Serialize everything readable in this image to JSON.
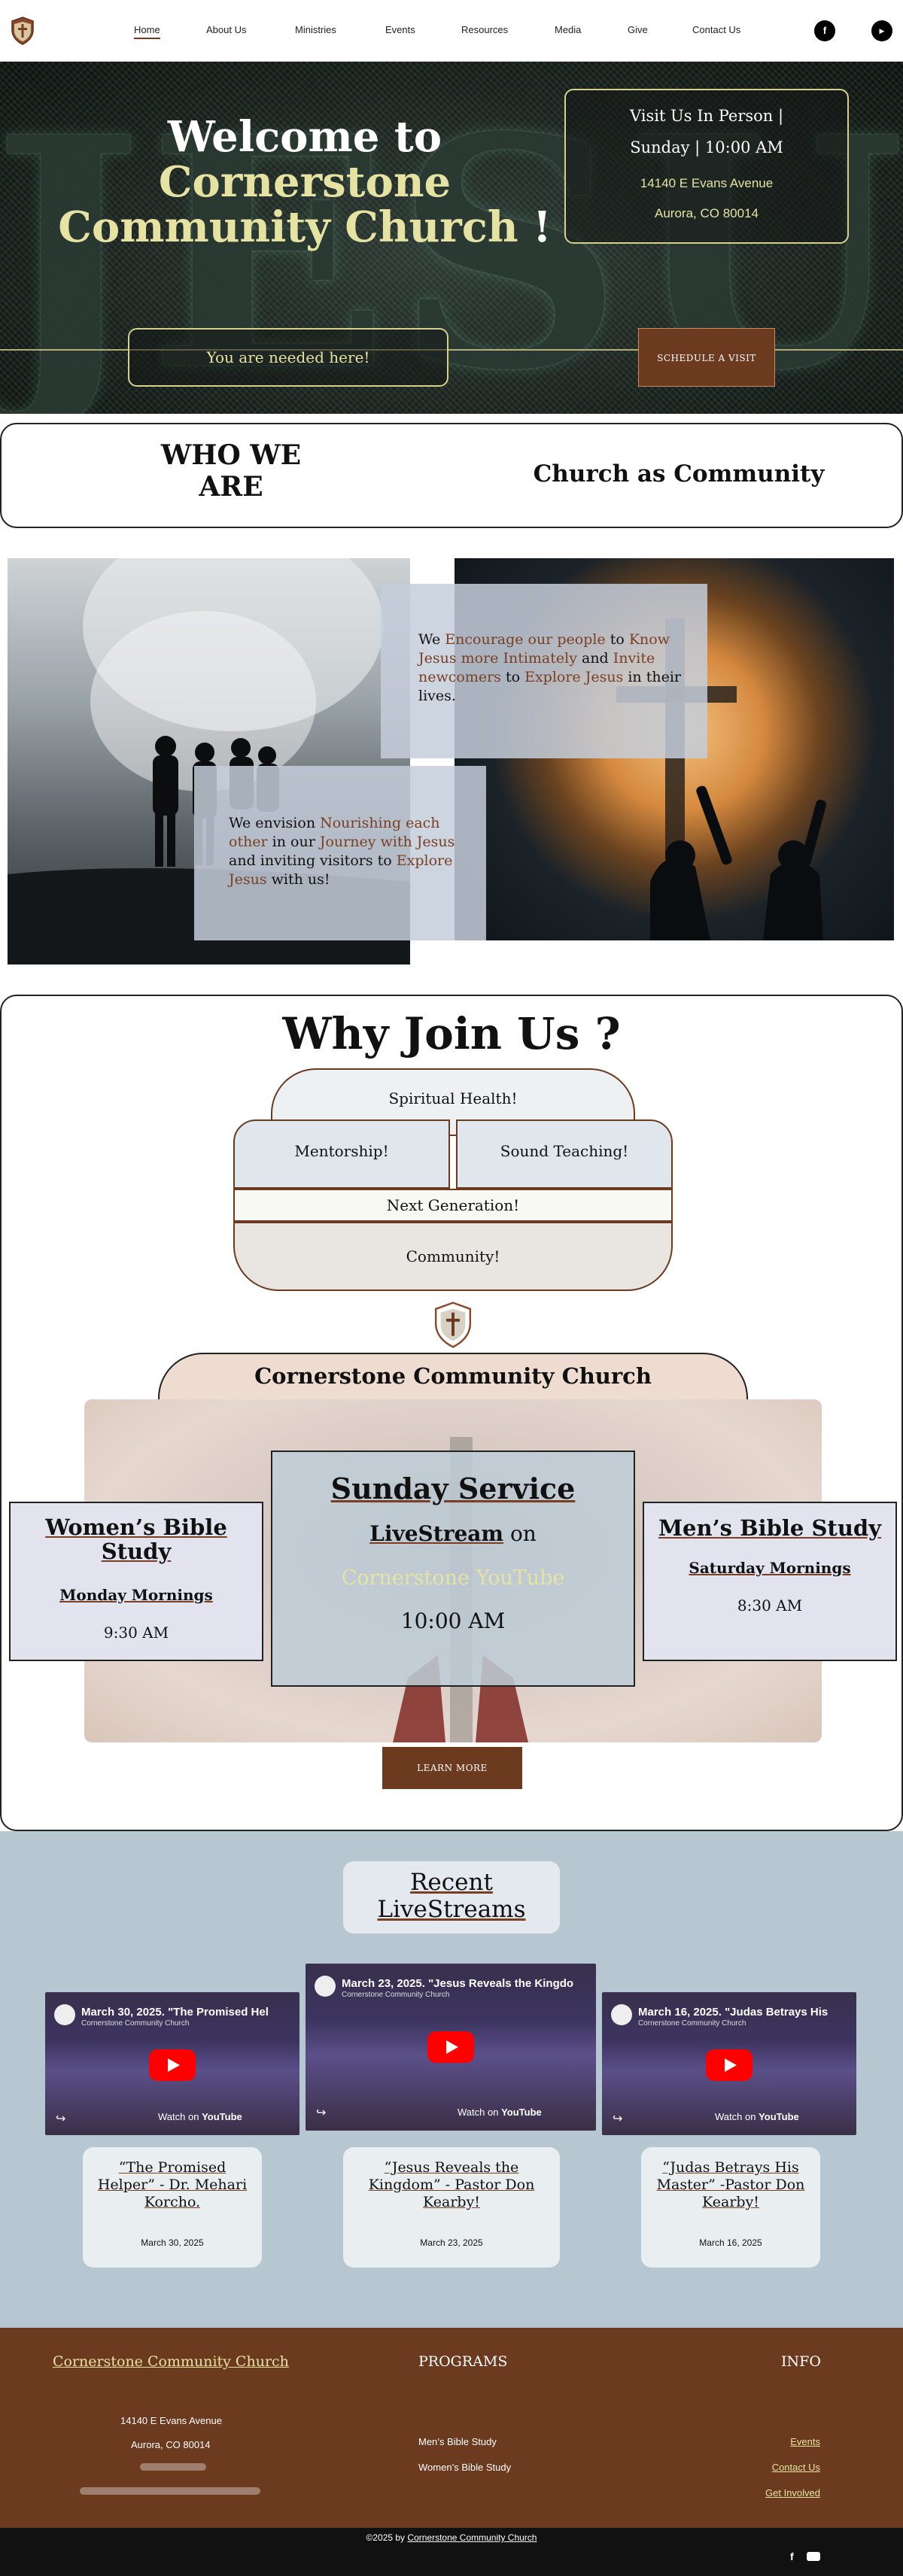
{
  "nav": {
    "items": [
      "Home",
      "About Us",
      "Ministries",
      "Events",
      "Resources",
      "Media",
      "Give",
      "Contact Us"
    ],
    "active": "Home",
    "social": [
      {
        "icon": "facebook-icon",
        "glyph": "f"
      },
      {
        "icon": "youtube-icon",
        "glyph": "▶"
      }
    ]
  },
  "hero": {
    "title_welcome": "Welcome to",
    "title_name_1": "Cornerstone",
    "title_name_2": "Community Church",
    "title_bang": "!",
    "visit_title": "Visit Us In Person |",
    "visit_time": "Sunday | 10:00 AM",
    "visit_street": "14140 E Evans Avenue",
    "visit_city": "Aurora, CO 80014",
    "needed_label": "You are needed here!",
    "schedule_label": "SCHEDULE A VISIT",
    "background_word": "JESUS"
  },
  "who": {
    "title_1": "WHO WE",
    "title_2": "ARE",
    "subtitle": "Church as Community"
  },
  "mission": {
    "card1": {
      "p1": "We ",
      "h1": "Encourage our people",
      "p2": " to ",
      "h2": "Know Jesus more Intimately",
      "p3": " and ",
      "h3": "Invite newcomers",
      "p4": " to ",
      "h4": "Explore Jesus",
      "p5": " in their lives."
    },
    "card2": {
      "p1": "We envision ",
      "h1": "Nourishing each other",
      "p2": " in our ",
      "h2": "Journey with Jesus",
      "p3": " and inviting visitors to ",
      "h3": "Explore Jesus",
      "p4": " with us!"
    }
  },
  "why": {
    "title": "Why Join Us",
    "title_mark": "?",
    "items": [
      "Spiritual Health!",
      "Mentorship!",
      "Sound Teaching!",
      "Next Generation!",
      "Community!"
    ],
    "church_banner": "Cornerstone Community Church",
    "womens": {
      "title": "Women’s Bible Study",
      "day": "Monday Mornings",
      "time": "9:30 AM"
    },
    "sunday": {
      "title": "Sunday Service",
      "live": "LiveStream",
      "on": " on",
      "channel": "Cornerstone YouTube",
      "time": "10:00 AM"
    },
    "mens": {
      "title": "Men’s Bible Study",
      "day": "Saturday Mornings",
      "time": "8:30 AM"
    },
    "learn_more": "LEARN MORE"
  },
  "streams": {
    "title_1": "Recent",
    "title_2": "LiveStreams",
    "channel_name": "Cornerstone Community Church",
    "watch_on": "Watch on",
    "youtube": "YouTube",
    "videos": [
      {
        "video_title": "March 30, 2025. \"The Promised Hel",
        "card_title": "“The Promised Helper” - Dr. Mehari Korcho.",
        "date": "March 30, 2025"
      },
      {
        "video_title": "March 23, 2025. \"Jesus Reveals the Kingdo",
        "card_title": "“Jesus Reveals the Kingdom” - Pastor Don Kearby!",
        "date": "March 23, 2025"
      },
      {
        "video_title": "March 16, 2025. \"Judas Betrays His",
        "card_title": "“Judas Betrays His Master” -Pastor Don Kearby!",
        "date": "March 16, 2025"
      }
    ]
  },
  "footer": {
    "church": "Cornerstone Community Church",
    "street": "14140 E Evans Avenue",
    "city": "Aurora, CO 80014",
    "programs_title": "PROGRAMS",
    "programs": [
      "Men’s Bible Study",
      "Women’s Bible Study"
    ],
    "info_title": "INFO",
    "info_links": [
      "Events",
      "Contact Us",
      "Get Involved"
    ],
    "copyright_prefix": "©2025 by ",
    "copyright_name": "Cornerstone Community Church"
  },
  "colors": {
    "brown": "#6b3a1f",
    "cream": "#e6e3a2",
    "steel": "#b6c7d2",
    "accent_text": "#7a3f22"
  }
}
